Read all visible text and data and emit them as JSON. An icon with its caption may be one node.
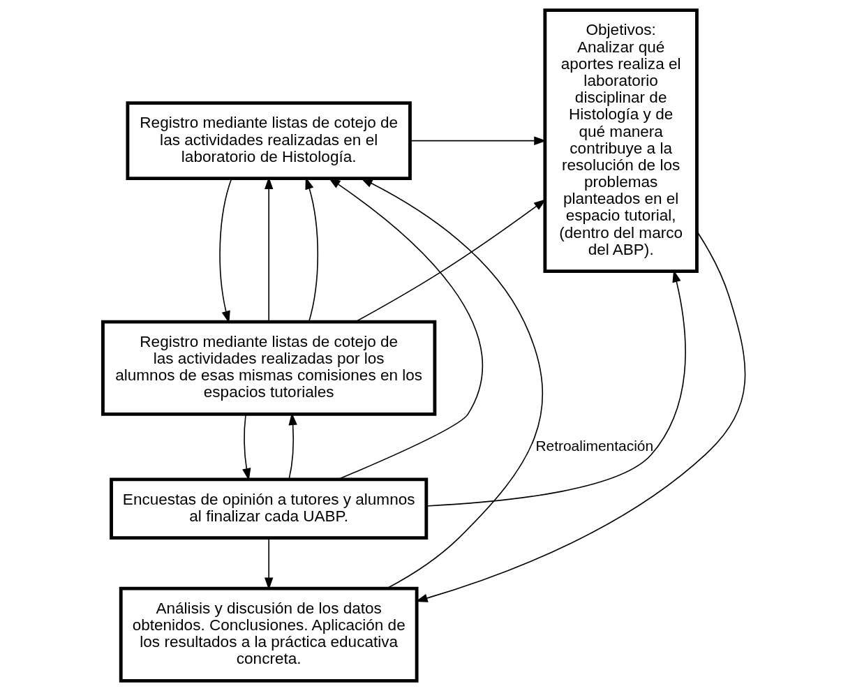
{
  "diagram": {
    "nodes": [
      {
        "text": [
          "Registro mediante listas de cotejo de las actividades realizadas en el laboratorio de Histología."
        ]
      },
      {
        "text": [
          "Registro mediante listas de cotejo de las actividades realizadas por los alumnos de esas mismas comisiones en los espacios tutoriales"
        ]
      },
      {
        "text": [
          "Encuestas de opinión a tutores y alumnos al finalizar cada UABP."
        ]
      },
      {
        "text": [
          "Análisis y discusión de los datos obtenidos. Conclusiones. Aplicación de los resultados a la práctica educativa concreta."
        ]
      },
      {
        "text": [
          "Objetivos:",
          "Analizar qué aportes realiza el laboratorio disciplinar de Histología y de qué manera contribuye a la resolución de los problemas planteados en el espacio tutorial, (dentro del marco del ABP)."
        ]
      }
    ],
    "edges": [
      {
        "from": 0,
        "to": 1,
        "arrow": "to"
      },
      {
        "from": 1,
        "to": 0,
        "arrow": "to"
      },
      {
        "from": 1,
        "to": 2,
        "arrow": "to"
      },
      {
        "from": 2,
        "to": 1,
        "arrow": "to"
      },
      {
        "from": 2,
        "to": 3,
        "arrow": "to"
      },
      {
        "from": 0,
        "to": 4,
        "arrow": "to"
      },
      {
        "from": 1,
        "to": 4,
        "arrow": "to"
      },
      {
        "from": 2,
        "to": 4,
        "arrow": "to"
      },
      {
        "from": 4,
        "to": 3,
        "arrow": "to"
      },
      {
        "from": 1,
        "to": 0,
        "arrow": "to"
      },
      {
        "from": 2,
        "to": 0,
        "arrow": "to"
      },
      {
        "from": 3,
        "to": 0,
        "arrow": "to",
        "label": "Retroalimentación"
      }
    ]
  }
}
